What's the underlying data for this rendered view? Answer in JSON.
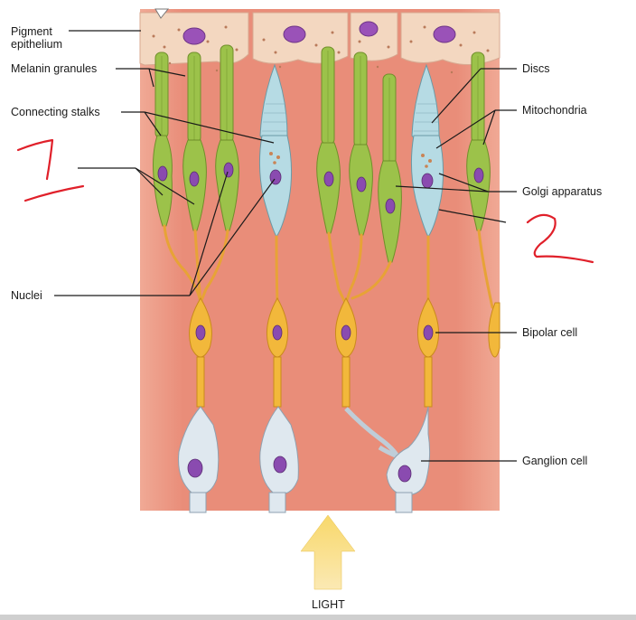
{
  "labels": {
    "pigment_epithelium": "Pigment epithelium",
    "melanin_granules": "Melanin granules",
    "connecting_stalks": "Connecting stalks",
    "nuclei": "Nuclei",
    "discs": "Discs",
    "mitochondria": "Mitochondria",
    "golgi_apparatus": "Golgi apparatus",
    "bipolar_cell": "Bipolar cell",
    "ganglion_cell": "Ganglion cell",
    "light": "LIGHT"
  },
  "annotations": {
    "handwritten_1": "1",
    "handwritten_2": "2"
  },
  "colors": {
    "tissue": "#e98d79",
    "epithelium": "#f3d7c0",
    "rod": "#9cc24a",
    "cone": "#b6dbe4",
    "bipolar": "#f2b83b",
    "ganglion": "#dfe8ef",
    "nucleus": "#9a52b8",
    "light_arrow": "#f6cf5a",
    "annotation_ink": "#e0202a"
  }
}
